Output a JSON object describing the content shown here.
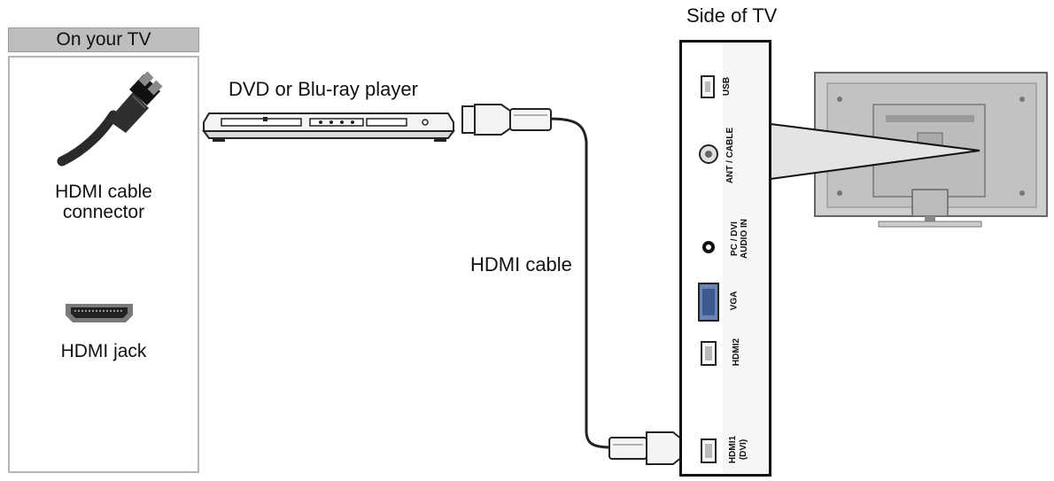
{
  "legend": {
    "header": "On your TV",
    "connector_line1": "HDMI cable",
    "connector_line2": "connector",
    "jack_label": "HDMI jack"
  },
  "labels": {
    "player": "DVD or Blu-ray player",
    "cable": "HDMI cable",
    "tv_side": "Side of TV"
  },
  "ports": [
    "USB",
    "ANT / CABLE",
    "PC / DVI",
    "AUDIO IN",
    "VGA",
    "HDMI2",
    "HDMI1",
    "(DVI)"
  ]
}
